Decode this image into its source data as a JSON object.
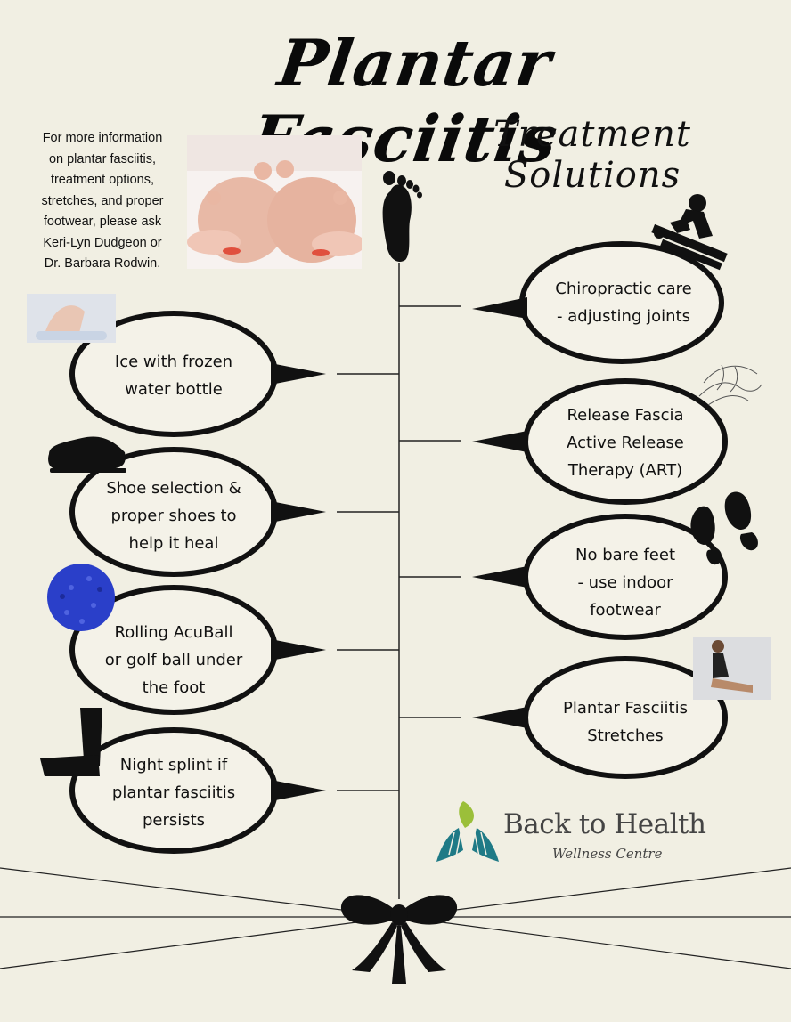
{
  "title": "Plantar Fasciitis",
  "subtitle": "Treatment Solutions",
  "info_lines": [
    "For more information",
    "on plantar fasciitis,",
    "treatment options,",
    "stretches, and proper",
    "footwear, please ask",
    "Keri-Lyn Dudgeon or",
    "Dr. Barbara Rodwin."
  ],
  "left_items": [
    {
      "lines": [
        "Ice with frozen",
        "water bottle"
      ],
      "icon": "ice-bottle-photo"
    },
    {
      "lines": [
        "Shoe selection &",
        "proper shoes to",
        "help it heal"
      ],
      "icon": "shoe-icon"
    },
    {
      "lines": [
        "Rolling AcuBall",
        "or golf ball under",
        "the foot"
      ],
      "icon": "acuball-icon"
    },
    {
      "lines": [
        "Night splint if",
        "plantar fasciitis",
        "persists"
      ],
      "icon": "night-splint-icon"
    }
  ],
  "right_items": [
    {
      "lines": [
        "Chiropractic care",
        "- adjusting joints"
      ],
      "icon": "chiropractor-icon"
    },
    {
      "lines": [
        "Release Fascia",
        "Active Release",
        "Therapy (ART)"
      ],
      "icon": "hands-sketch-icon"
    },
    {
      "lines": [
        "No bare feet",
        "- use indoor",
        "footwear"
      ],
      "icon": "footprints-icon"
    },
    {
      "lines": [
        "Plantar Fasciitis",
        "Stretches"
      ],
      "icon": "stretching-photo"
    }
  ],
  "logo": {
    "name": "Back to Health",
    "tagline": "Wellness Centre",
    "leaf_color": "#9bbf3a",
    "hands_color": "#1f7a86"
  },
  "colors": {
    "background": "#f1efe3",
    "ink": "#111111",
    "acuball": "#2a3fc9"
  }
}
